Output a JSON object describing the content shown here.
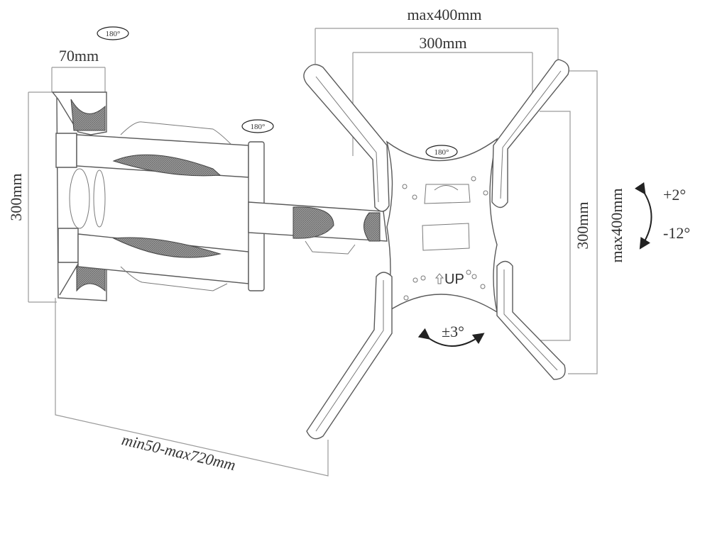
{
  "title": "Full-motion TV wall mount dimensions",
  "colors": {
    "line": "#5a5a5a",
    "dimension": "#9a9a9a",
    "text": "#333333",
    "hatch": "#888888"
  },
  "wall_plate": {
    "width_label": "70mm",
    "height_label": "300mm",
    "swivel_label": "180°"
  },
  "arm": {
    "swivel_label": "180°",
    "extension_label": "min50-max720mm"
  },
  "tv_plate": {
    "rotation_label": "180°",
    "up_label": "UP",
    "level_adjust_label": "±3°",
    "vesa_horizontal_inner": "300mm",
    "vesa_horizontal_outer": "max400mm",
    "vesa_vertical_inner": "300mm",
    "vesa_vertical_outer": "max400mm"
  },
  "tilt": {
    "up_label": "+2°",
    "down_label": "-12°"
  }
}
